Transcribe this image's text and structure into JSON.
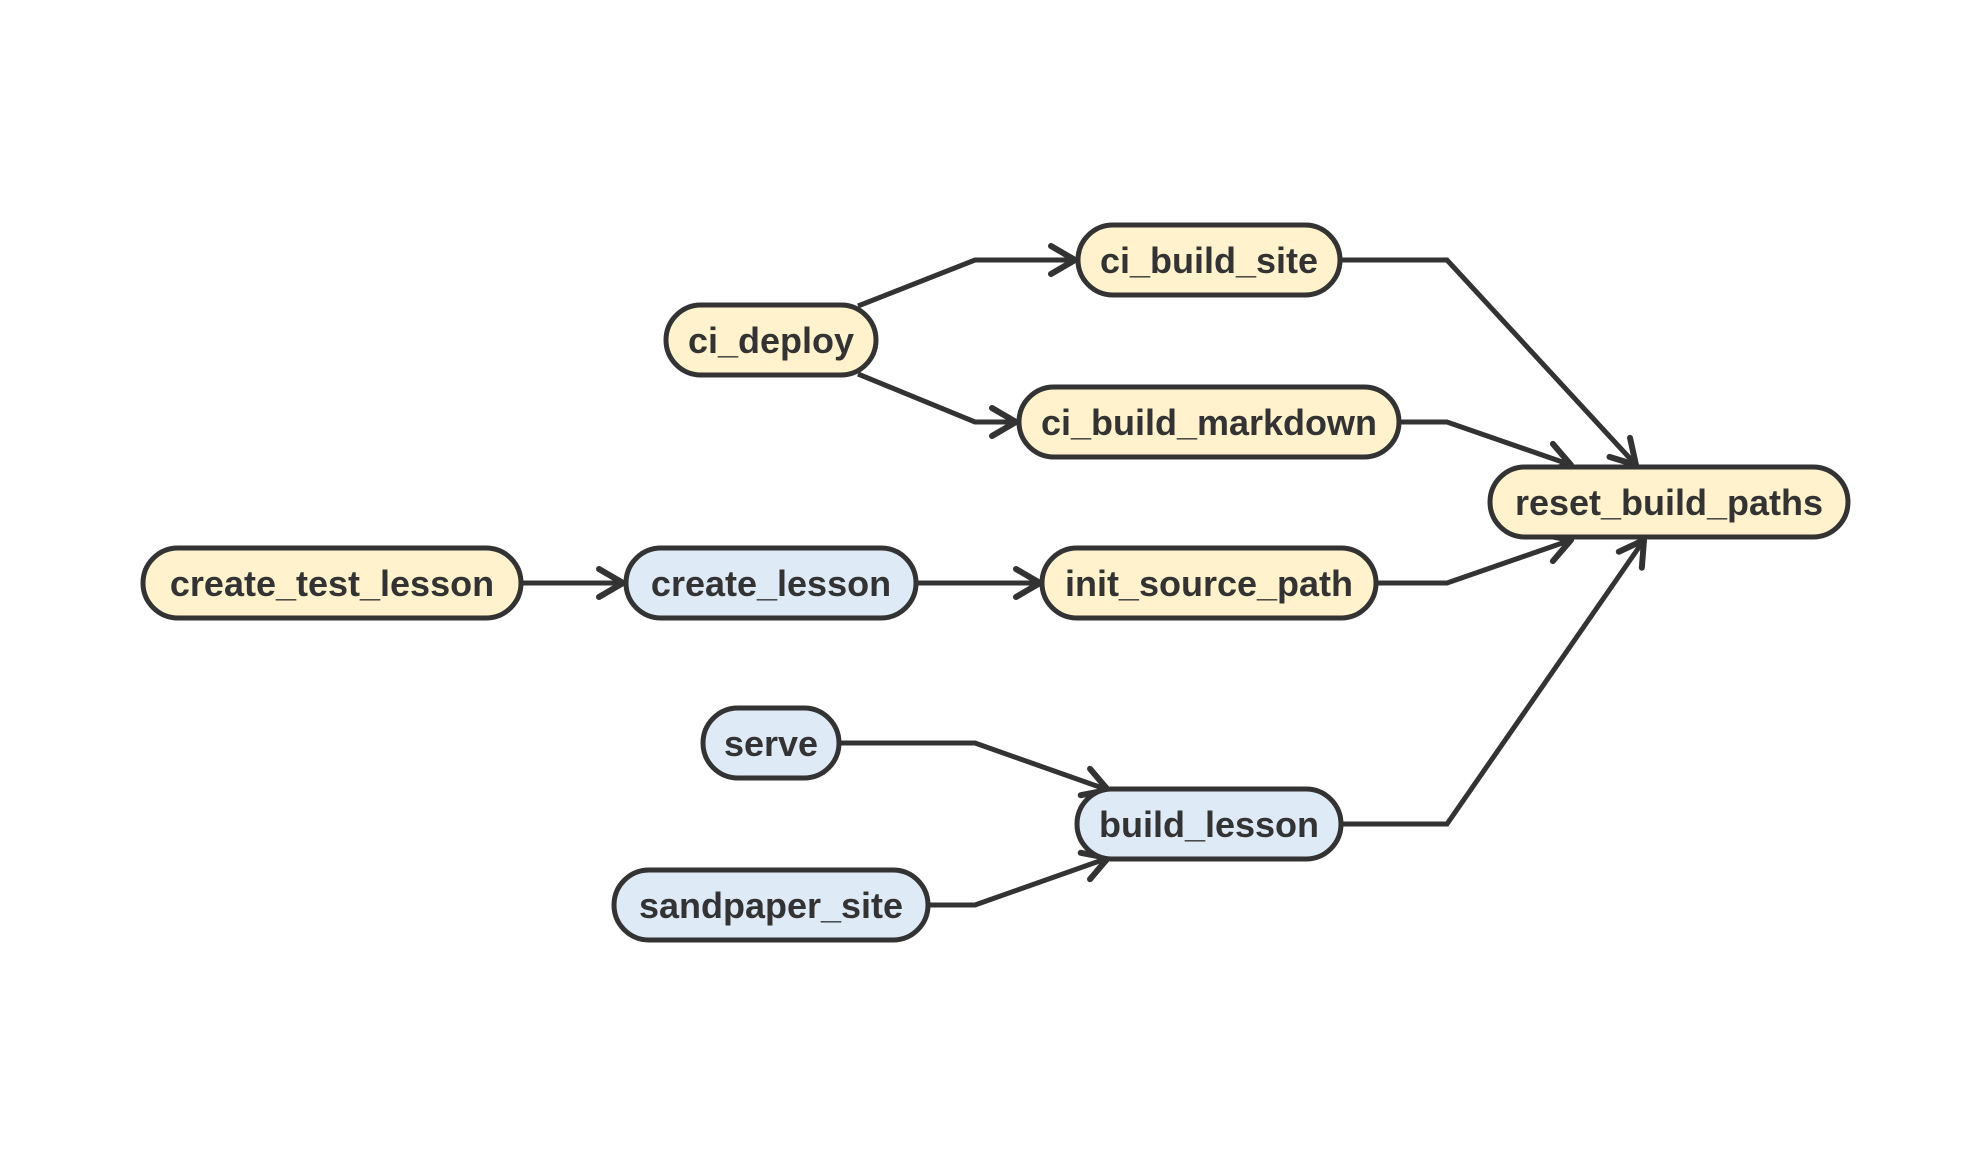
{
  "colors": {
    "stroke": "#333333",
    "text": "#333333",
    "yellow_fill": "#fff2cc",
    "blue_fill": "#dfeaf7",
    "background": "#ffffff"
  },
  "nodes": {
    "ci_deploy": {
      "label": "ci_deploy",
      "color": "yellow"
    },
    "ci_build_site": {
      "label": "ci_build_site",
      "color": "yellow"
    },
    "ci_build_markdown": {
      "label": "ci_build_markdown",
      "color": "yellow"
    },
    "reset_build_paths": {
      "label": "reset_build_paths",
      "color": "yellow"
    },
    "create_test_lesson": {
      "label": "create_test_lesson",
      "color": "yellow"
    },
    "create_lesson": {
      "label": "create_lesson",
      "color": "blue"
    },
    "init_source_path": {
      "label": "init_source_path",
      "color": "yellow"
    },
    "serve": {
      "label": "serve",
      "color": "blue"
    },
    "build_lesson": {
      "label": "build_lesson",
      "color": "blue"
    },
    "sandpaper_site": {
      "label": "sandpaper_site",
      "color": "blue"
    }
  },
  "edges": [
    {
      "from": "ci_deploy",
      "to": "ci_build_site"
    },
    {
      "from": "ci_deploy",
      "to": "ci_build_markdown"
    },
    {
      "from": "ci_build_site",
      "to": "reset_build_paths"
    },
    {
      "from": "ci_build_markdown",
      "to": "reset_build_paths"
    },
    {
      "from": "create_test_lesson",
      "to": "create_lesson"
    },
    {
      "from": "create_lesson",
      "to": "init_source_path"
    },
    {
      "from": "init_source_path",
      "to": "reset_build_paths"
    },
    {
      "from": "serve",
      "to": "build_lesson"
    },
    {
      "from": "sandpaper_site",
      "to": "build_lesson"
    },
    {
      "from": "build_lesson",
      "to": "reset_build_paths"
    }
  ]
}
